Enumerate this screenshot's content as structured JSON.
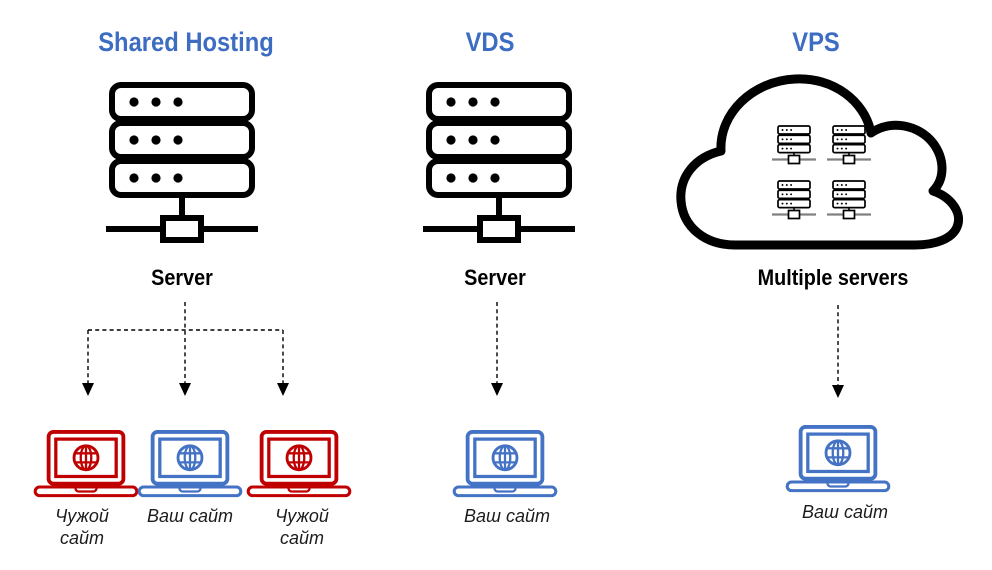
{
  "diagram": {
    "background": "#ffffff",
    "colors": {
      "title_blue": "#3D6DC2",
      "line_black": "#000000",
      "site_red": "#C00000",
      "site_blue": "#4472C4",
      "mini_connector_gray": "#808080"
    },
    "columns": [
      {
        "id": "shared-hosting",
        "title": "Shared Hosting",
        "server_icon": "server-rack",
        "server_label": "Server",
        "clients": [
          {
            "site": "Чужой сайт",
            "lines": [
              "Чужой",
              "сайт"
            ],
            "owner": "other",
            "color": "#C00000"
          },
          {
            "site": "Ваш сайт",
            "lines": [
              "Ваш сайт"
            ],
            "owner": "yours",
            "color": "#4472C4"
          },
          {
            "site": "Чужой сайт",
            "lines": [
              "Чужой",
              "сайт"
            ],
            "owner": "other",
            "color": "#C00000"
          }
        ]
      },
      {
        "id": "vds",
        "title": "VDS",
        "server_icon": "server-rack",
        "server_label": "Server",
        "clients": [
          {
            "site": "Ваш сайт",
            "lines": [
              "Ваш сайт"
            ],
            "owner": "yours",
            "color": "#4472C4"
          }
        ]
      },
      {
        "id": "vps",
        "title": "VPS",
        "server_icon": "cloud-multiple-servers",
        "server_label": "Multiple servers",
        "clients": [
          {
            "site": "Ваш сайт",
            "lines": [
              "Ваш сайт"
            ],
            "owner": "yours",
            "color": "#4472C4"
          }
        ]
      }
    ]
  }
}
